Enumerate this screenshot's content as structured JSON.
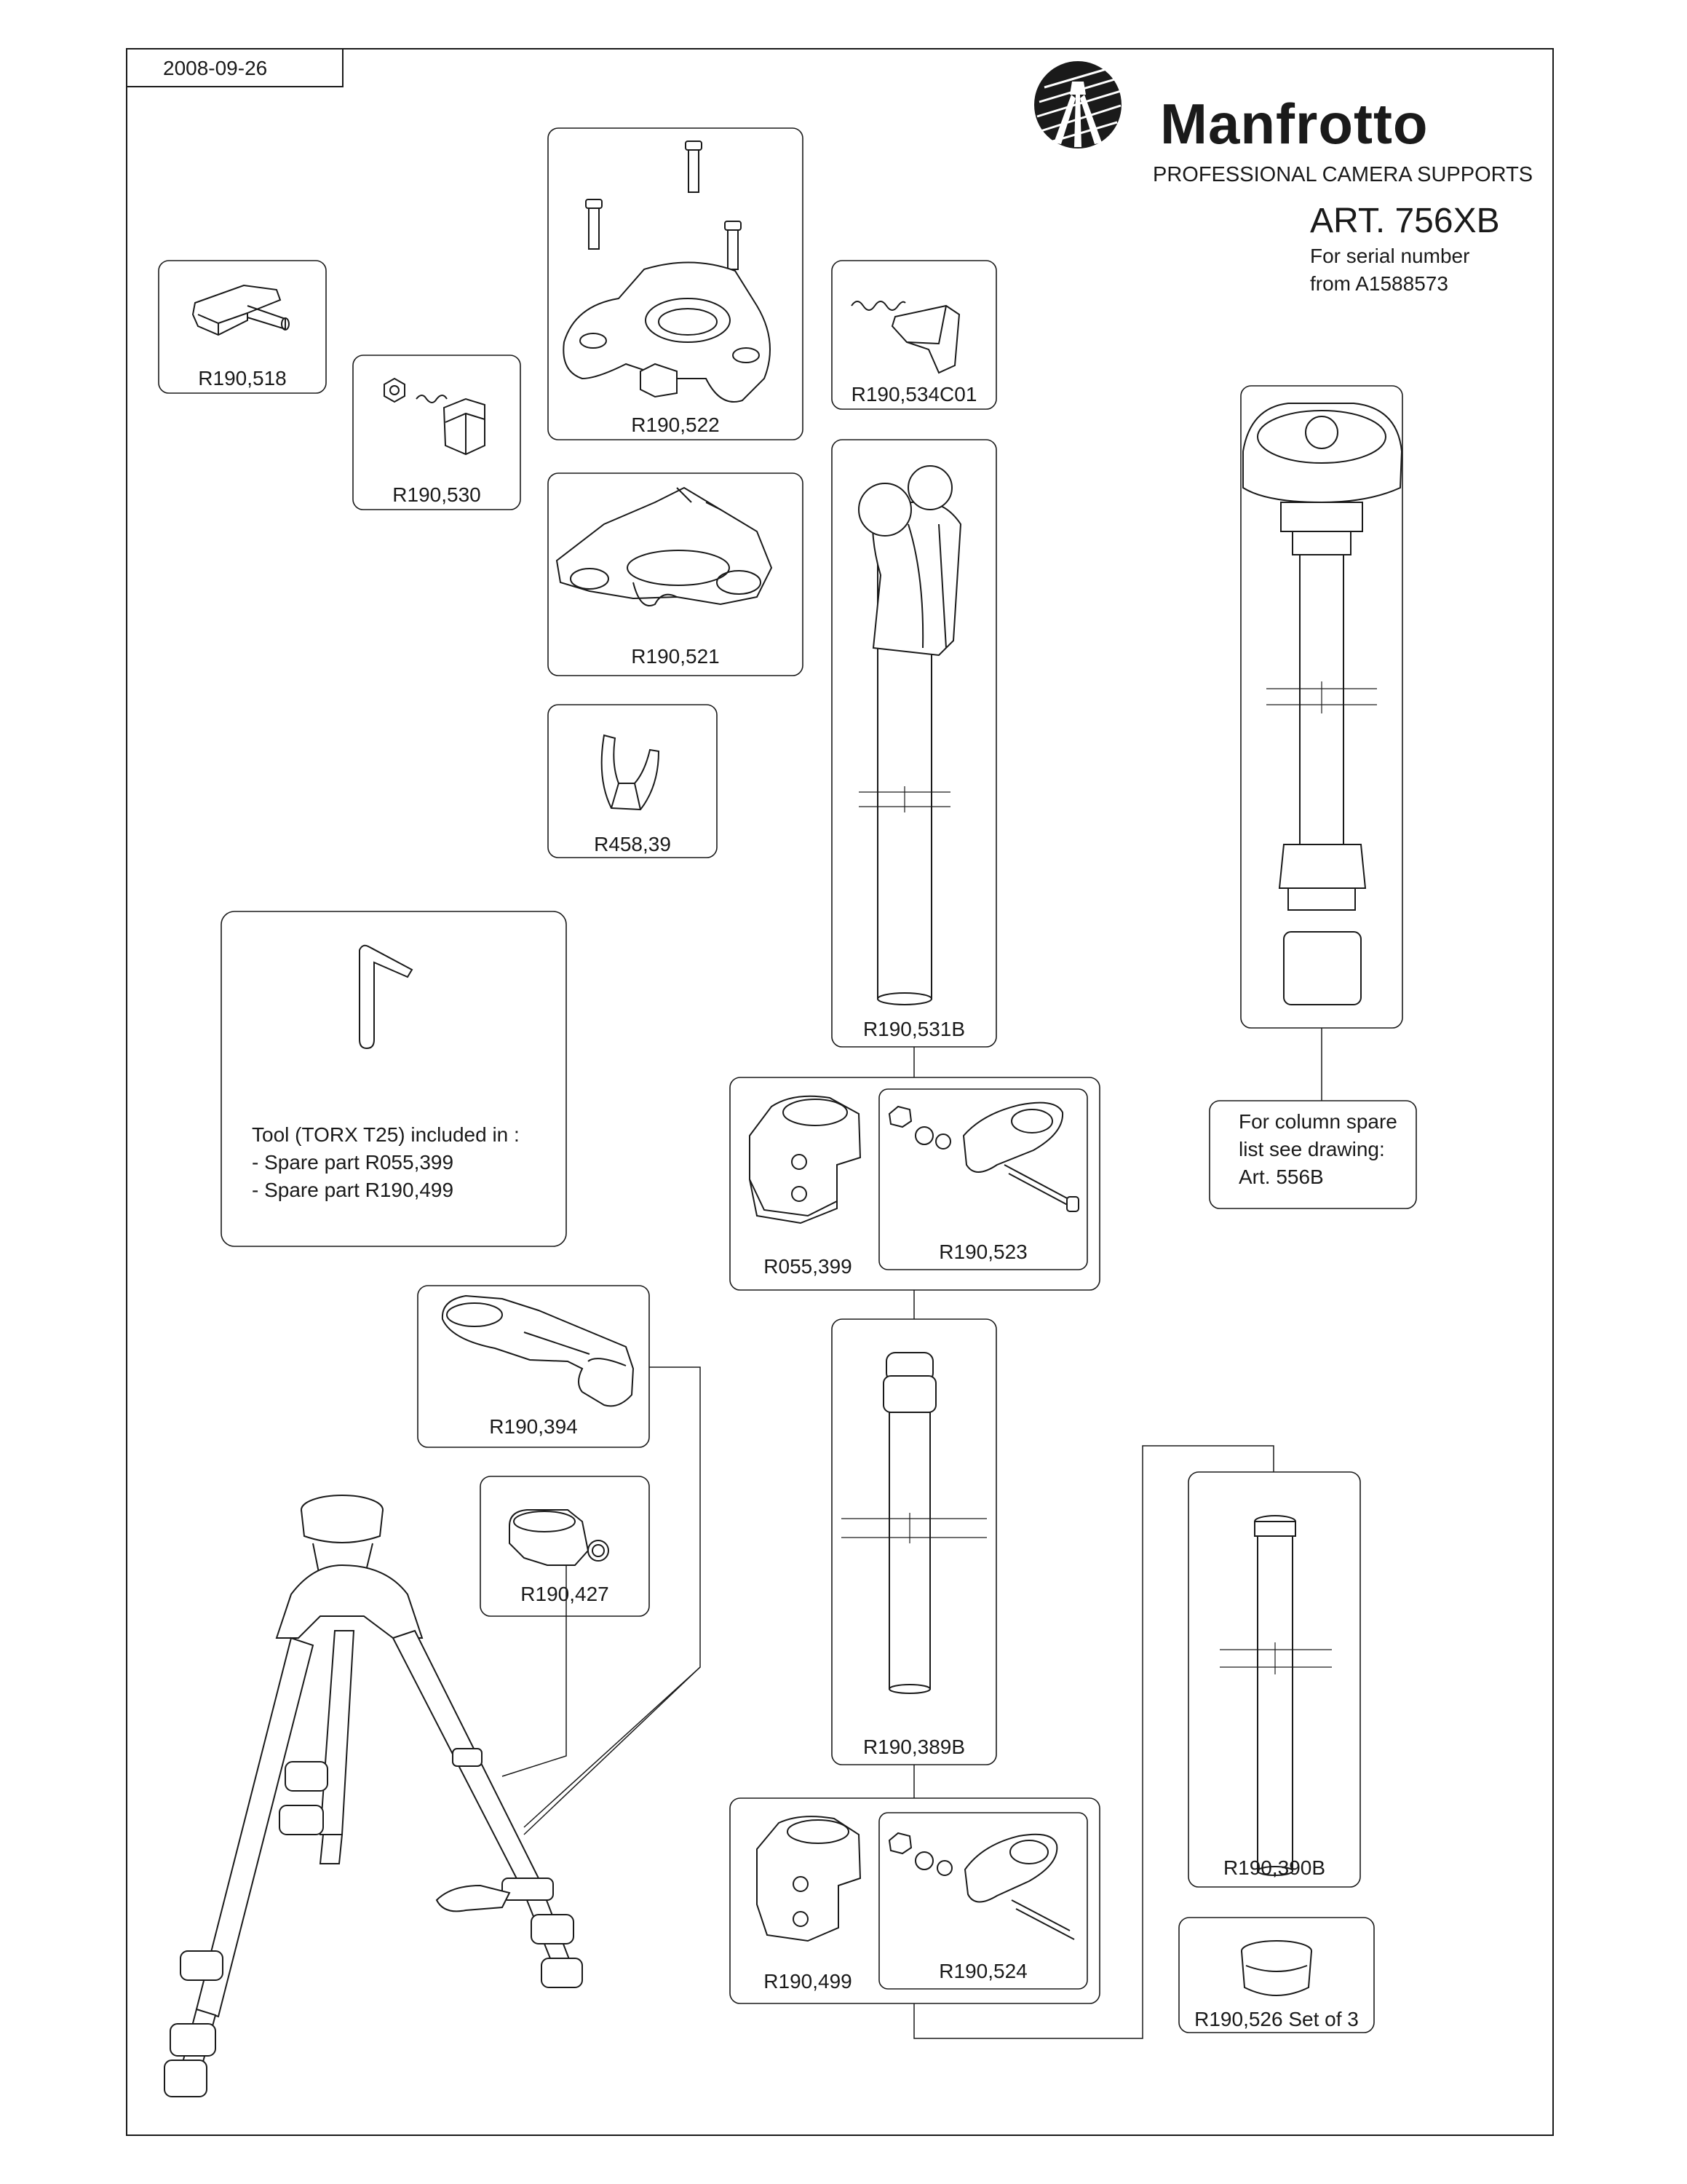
{
  "header": {
    "date": "2008-09-26",
    "brand": "Manfrotto",
    "tagline": "PROFESSIONAL CAMERA SUPPORTS",
    "article": "ART. 756XB",
    "serial_line1": "For serial number",
    "serial_line2": "from A1588573"
  },
  "parts": {
    "r190_518": "R190,518",
    "r190_530": "R190,530",
    "r190_522": "R190,522",
    "r190_521": "R190,521",
    "r458_39": "R458,39",
    "r190_534c01": "R190,534C01",
    "r190_531b": "R190,531B",
    "r055_399": "R055,399",
    "r190_523": "R190,523",
    "r190_394": "R190,394",
    "r190_427": "R190,427",
    "r190_389b": "R190,389B",
    "r190_499": "R190,499",
    "r190_524": "R190,524",
    "r190_390b": "R190,390B",
    "r190_526": "R190,526 Set of 3"
  },
  "tool_note": {
    "line1": "Tool (TORX T25) included in :",
    "line2": "- Spare part R055,399",
    "line3": "- Spare part R190,499"
  },
  "column_note": {
    "line1": "For column spare",
    "line2": "list see drawing:",
    "line3": "Art. 556B"
  }
}
